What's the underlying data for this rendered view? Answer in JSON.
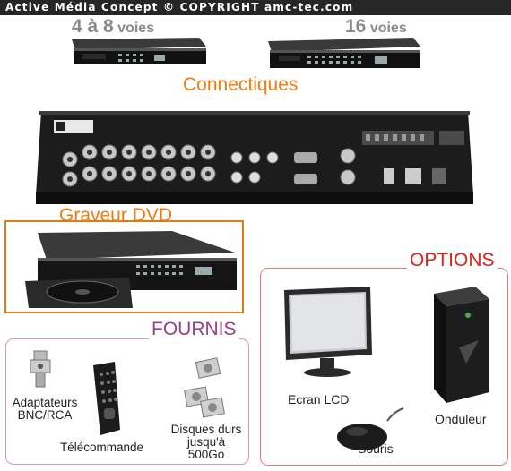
{
  "header": {
    "title": "Active Média Concept © COPYRIGHT amc-tec.com"
  },
  "models": {
    "small": {
      "count": "4 à 8",
      "unit": "voies"
    },
    "large": {
      "count": "16",
      "unit": "voies"
    }
  },
  "sections": {
    "connectiques": "Connectiques",
    "graveur": "Graveur DVD",
    "fournis": "FOURNIS",
    "options": "OPTIONS"
  },
  "fournis_items": {
    "adaptateurs_line1": "Adaptateurs",
    "adaptateurs_line2": "BNC/RCA",
    "telecommande": "Télécommande",
    "disques_line1": "Disques durs",
    "disques_line2": "jusqu'à 500Go"
  },
  "options_items": {
    "ecran": "Ecran LCD",
    "onduleur": "Onduleur",
    "souris": "Souris"
  },
  "colors": {
    "accent_orange": "#f07c10",
    "fournis_purple": "#9a3d8e",
    "options_red": "#d9221a",
    "header_bg": "#262626"
  }
}
